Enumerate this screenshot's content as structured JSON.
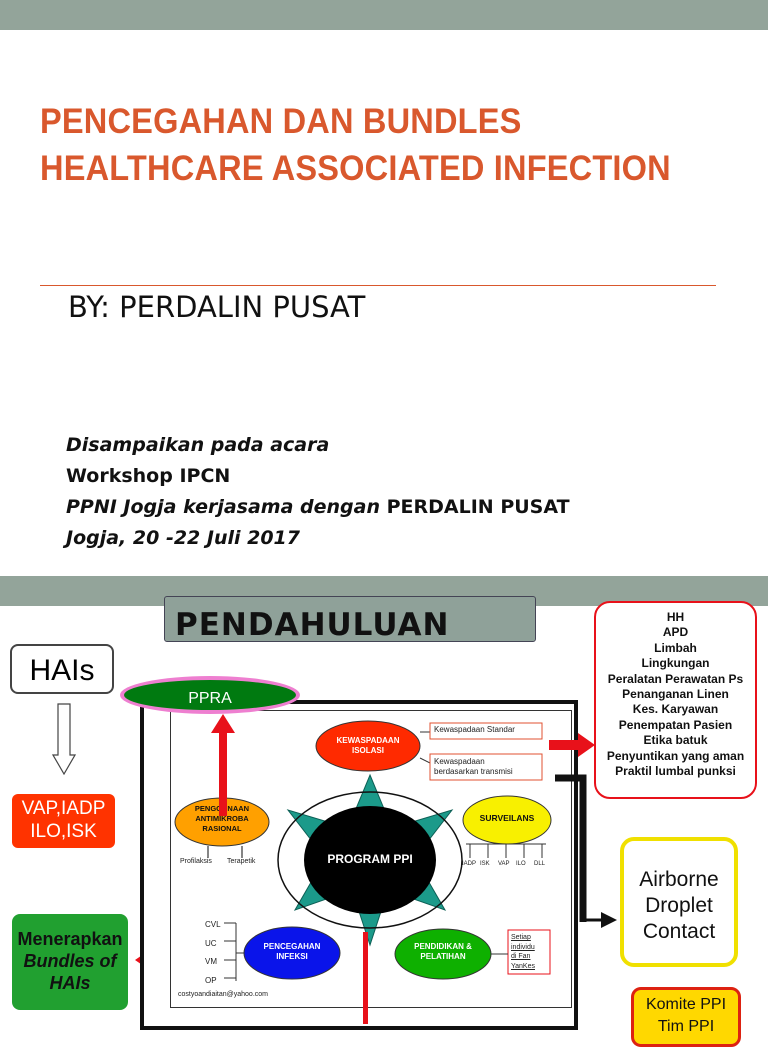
{
  "slide1": {
    "title_line1": "PENCEGAHAN DAN BUNDLES",
    "title_line2": "HEALTHCARE ASSOCIATED INFECTION",
    "byline": "BY: PERDALIN PUSAT",
    "info_line1": "Disampaikan pada acara",
    "info_line2": "Workshop IPCN",
    "info_line3_a": "PPNI Jogja kerjasama dengan ",
    "info_line3_b": "PERDALIN PUSAT",
    "info_line4": "Jogja, 20 -22 Juli 2017"
  },
  "slide2": {
    "heading": "PENDAHULUAN",
    "hais": "HAIs",
    "vap_line1": "VAP,IADP",
    "vap_line2": "ILO,ISK",
    "menerapkan_line1": "Menerapkan",
    "menerapkan_line2": "Bundles of",
    "menerapkan_line3": "HAIs",
    "ppra": "PPRA",
    "hh_items": [
      "HH",
      "APD",
      "Limbah",
      "Lingkungan",
      "Peralatan Perawatan Ps",
      "Penanganan Linen",
      "Kes. Karyawan",
      "Penempatan Pasien",
      "Etika batuk",
      "Penyuntikan yang aman",
      "Praktil lumbal punksi"
    ],
    "air_line1": "Airborne",
    "air_line2": "Droplet",
    "air_line3": "Contact",
    "komite_line1": "Komite PPI",
    "komite_line2": "Tim PPI",
    "diagram": {
      "center": "PROGRAM PPI",
      "kewaspadaan_1": "KEWASPADAAN",
      "kewaspadaan_2": "ISOLASI",
      "kw_standar": "Kewaspadaan Standar",
      "kw_transmisi_1": "Kewaspadaan",
      "kw_transmisi_2": "berdasarkan transmisi",
      "penggunaan_1": "PENGGUNAAN",
      "penggunaan_2": "ANTIMIKROBA",
      "penggunaan_3": "RASIONAL",
      "profilaksis": "Profilaksis",
      "terapetik": "Terapetik",
      "surveilans": "SURVEILANS",
      "surv_items": [
        "IADP",
        "ISK",
        "VAP",
        "ILO",
        "DLL"
      ],
      "pencegahan_1": "PENCEGAHAN",
      "pencegahan_2": "INFEKSI",
      "pencegahan_items": [
        "CVL",
        "UC",
        "VM",
        "OP"
      ],
      "pendidikan_1": "PENDIDIKAN &",
      "pendidikan_2": "PELATIHAN",
      "setiap_1": "Setiap",
      "setiap_2": "individu",
      "setiap_3": "di Fan",
      "setiap_4": "YanKes",
      "email": "costyoandiaitan@yahoo.com"
    }
  }
}
